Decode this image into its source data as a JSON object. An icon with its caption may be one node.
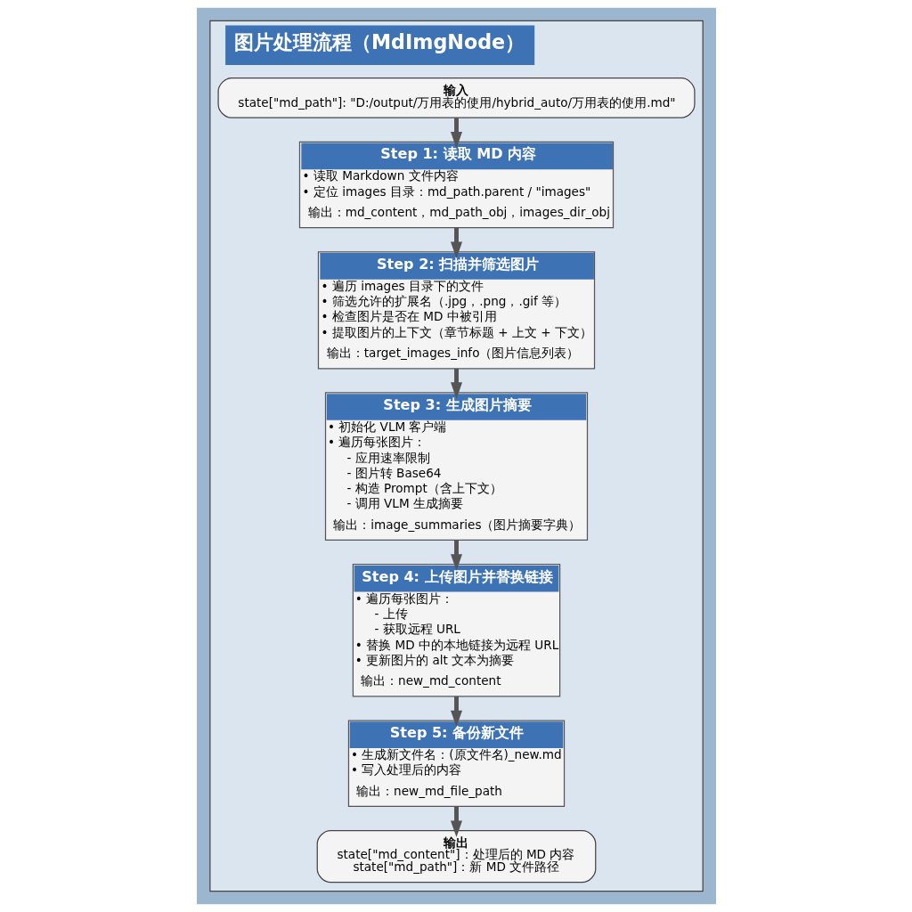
{
  "diagram": {
    "nodes": [
      {
        "text": [
          "图片处理流程（MdImgNode）"
        ]
      },
      {
        "text": [
          "输入",
          "state[\"md_path\"]: \"D:/output/万用表的使用/hybrid_auto/万用表的使用.md\""
        ],
        "in": 0
      },
      {
        "text": [
          "Step 1: 读取 MD 内容",
          "• 读取 Markdown 文件内容",
          "• 定位 images 目录：md_path.parent / \"images\"",
          "输出：md_content，md_path_obj，images_dir_obj"
        ],
        "in": 0
      },
      {
        "text": [
          "Step 2: 扫描并筛选图片",
          "• 遍历 images 目录下的文件",
          "• 筛选允许的扩展名（.jpg，.png，.gif 等）",
          "• 检查图片是否在 MD 中被引用",
          "• 提取图片的上下文（章节标题 + 上文 + 下文）",
          "输出：target_images_info（图片信息列表）"
        ],
        "in": 0
      },
      {
        "text": [
          "Step 3: 生成图片摘要",
          "• 初始化 VLM 客户端",
          "• 遍历每张图片：",
          "- 应用速率限制",
          "- 图片转 Base64",
          "- 构造 Prompt（含上下文）",
          "- 调用 VLM 生成摘要",
          "输出：image_summaries（图片摘要字典）"
        ],
        "in": 0
      },
      {
        "text": [
          "Step 4: 上传图片并替换链接",
          "• 遍历每张图片：",
          "- 上传",
          "- 获取远程 URL",
          "• 替换 MD 中的本地链接为远程 URL",
          "• 更新图片的 alt 文本为摘要",
          "输出：new_md_content"
        ],
        "in": 0
      },
      {
        "text": [
          "Step 5: 备份新文件",
          "• 生成新文件名：(原文件名)_new.md",
          "• 写入处理后的内容",
          "输出：new_md_file_path"
        ],
        "in": 0
      },
      {
        "text": [
          "输出",
          "state[\"md_content\"]：处理后的 MD 内容",
          "state[\"md_path\"]：新 MD 文件路径"
        ],
        "in": 0
      }
    ],
    "edges": [
      {
        "from": 1,
        "to": 2,
        "arrow": "to"
      },
      {
        "from": 2,
        "to": 3,
        "arrow": "to"
      },
      {
        "from": 3,
        "to": 4,
        "arrow": "to"
      },
      {
        "from": 4,
        "to": 5,
        "arrow": "to"
      },
      {
        "from": 5,
        "to": 6,
        "arrow": "to"
      },
      {
        "from": 6,
        "to": 7,
        "arrow": "to"
      }
    ]
  }
}
